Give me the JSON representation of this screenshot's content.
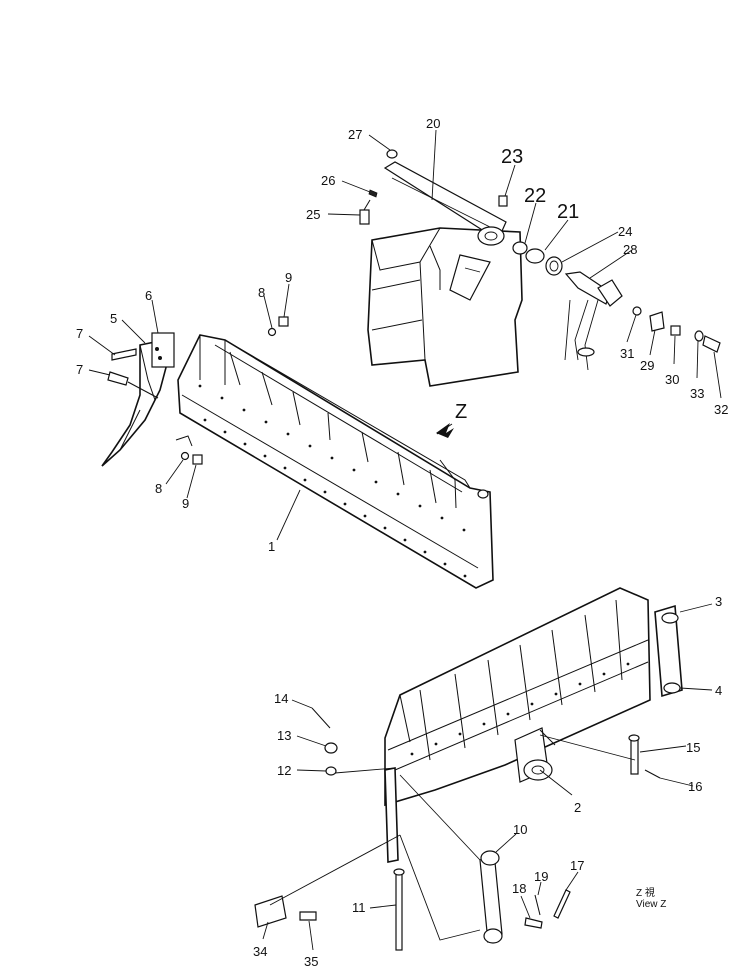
{
  "parts": {
    "p1": "1",
    "p2": "2",
    "p3": "3",
    "p4": "4",
    "p5": "5",
    "p6": "6",
    "p7a": "7",
    "p7b": "7",
    "p8a": "8",
    "p8b": "8",
    "p9a": "9",
    "p9b": "9",
    "p10": "10",
    "p11": "11",
    "p12": "12",
    "p13": "13",
    "p14": "14",
    "p15": "15",
    "p16": "16",
    "p17": "17",
    "p18": "18",
    "p19": "19",
    "p20": "20",
    "p21": "21",
    "p22": "22",
    "p23": "23",
    "p24": "24",
    "p25": "25",
    "p26": "26",
    "p27": "27",
    "p28": "28",
    "p29": "29",
    "p30": "30",
    "p31": "31",
    "p32": "32",
    "p33": "33",
    "p34": "34",
    "p35": "35"
  },
  "view_arrow_label": "Z",
  "view_note": {
    "line1": "Z 視",
    "line2": "View Z"
  }
}
